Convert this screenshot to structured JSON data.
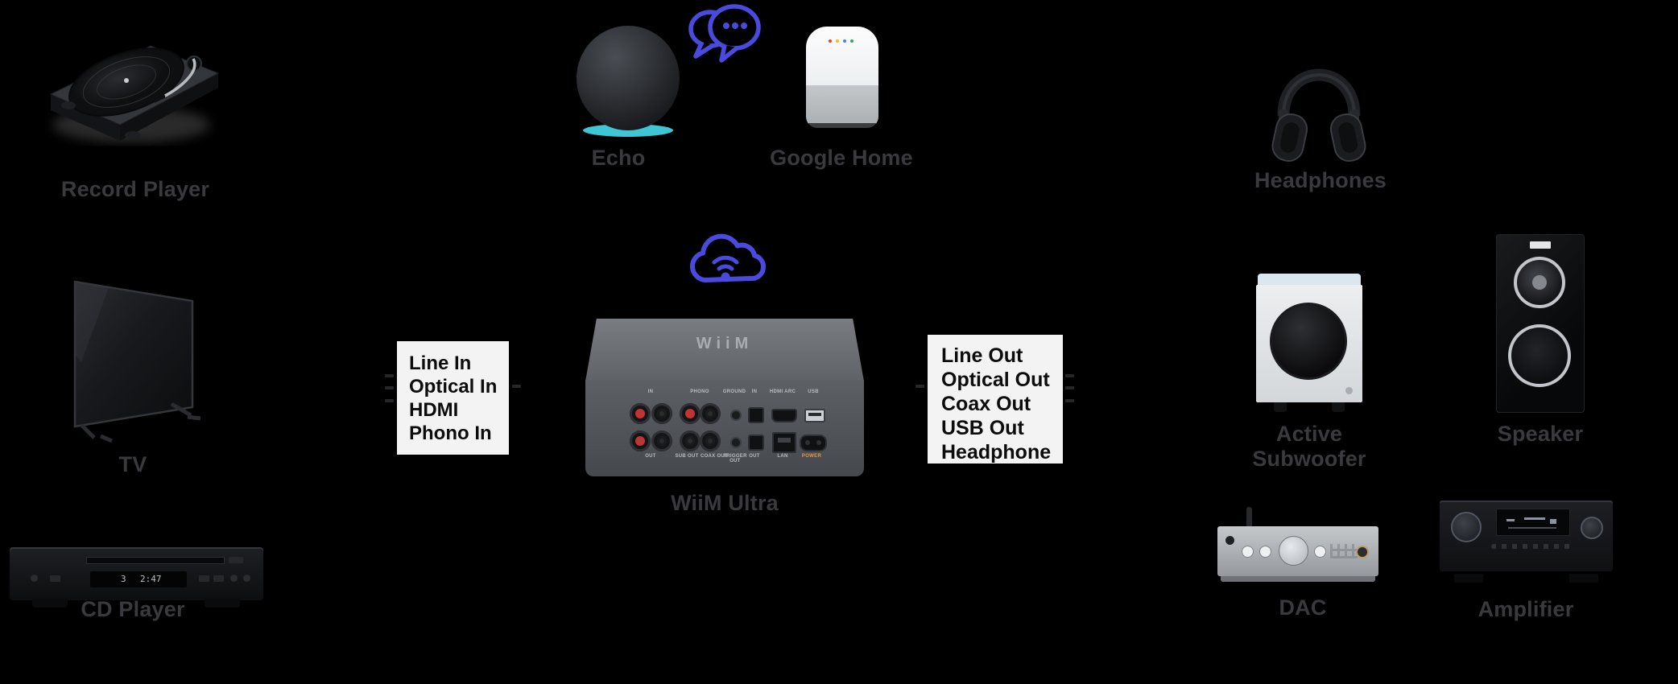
{
  "colors": {
    "background": "#000000",
    "label_text": "#3a3a3e",
    "callout_bg": "#f3f3f3",
    "callout_text": "#0c0c0d",
    "icon_blue": "#4a4ae0",
    "echo_ring": "#3fc6d4",
    "power_label_orange": "#e09a46"
  },
  "sources": {
    "record_player": {
      "label": "Record Player"
    },
    "tv": {
      "label": "TV"
    },
    "cd_player": {
      "label": "CD Player",
      "display_track": "3",
      "display_time": "2:47"
    }
  },
  "voice_assistants": {
    "echo": {
      "label": "Echo"
    },
    "google_home": {
      "label": "Google Home"
    },
    "icon": "speech-bubbles-icon"
  },
  "hub": {
    "wiim": {
      "label": "WiiM Ultra",
      "logo": "WiiM",
      "ports_top": [
        "IN",
        "PHONO",
        "GROUND",
        "IN",
        "HDMI ARC",
        "USB"
      ],
      "ports_bottom": [
        "OUT",
        "SUB OUT",
        "COAX OUT",
        "TRIGGER OUT",
        "OUT",
        "LAN",
        "POWER"
      ]
    },
    "cloud_icon": "cloud-wifi-icon"
  },
  "io_boxes": {
    "inputs": {
      "lines": [
        "Line In",
        "Optical In",
        "HDMI",
        "Phono In"
      ]
    },
    "outputs": {
      "lines": [
        "Line Out",
        "Optical Out",
        "Coax Out",
        "USB Out",
        "Headphone"
      ]
    }
  },
  "outputs": {
    "headphones": {
      "label": "Headphones"
    },
    "active_subwoofer": {
      "label": "Active Subwoofer"
    },
    "speaker": {
      "label": "Speaker"
    },
    "dac": {
      "label": "DAC"
    },
    "amplifier": {
      "label": "Amplifier"
    }
  }
}
